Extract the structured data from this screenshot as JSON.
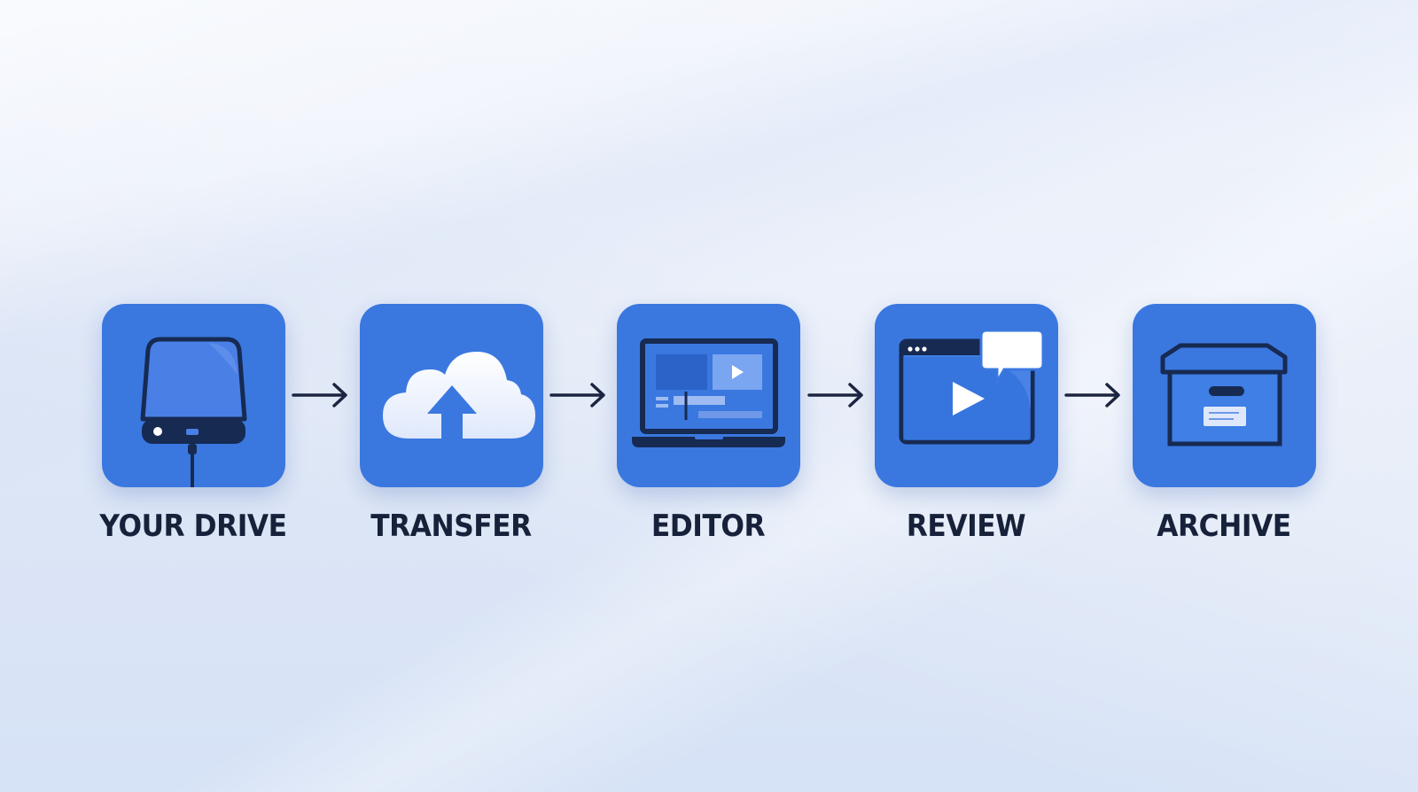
{
  "steps": [
    {
      "label": "YOUR DRIVE",
      "icon": "external-drive-icon"
    },
    {
      "label": "TRANSFER",
      "icon": "cloud-upload-icon"
    },
    {
      "label": "EDITOR",
      "icon": "laptop-editor-icon"
    },
    {
      "label": "REVIEW",
      "icon": "video-review-icon"
    },
    {
      "label": "ARCHIVE",
      "icon": "archive-box-icon"
    }
  ],
  "colors": {
    "tile": "#3a78e0",
    "icon_stroke": "#172a52",
    "label": "#17213a",
    "arrow": "#1c2540"
  }
}
